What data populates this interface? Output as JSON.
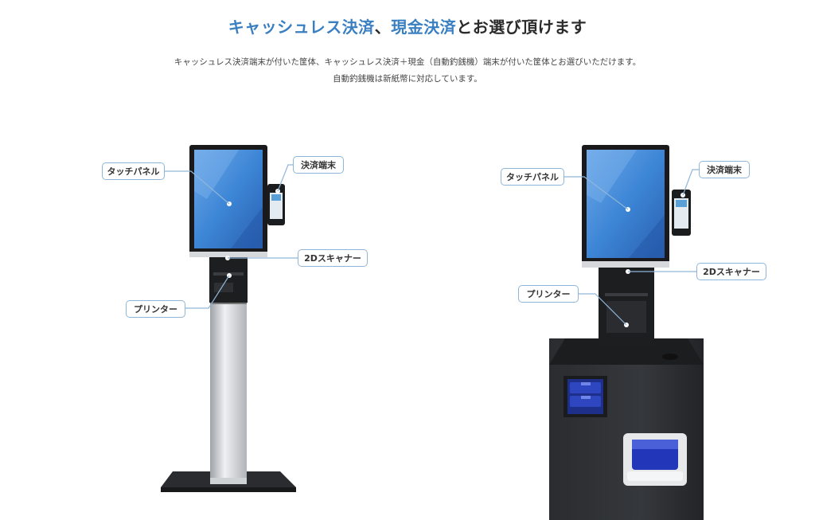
{
  "header": {
    "title_accent_1": "キャッシュレス決済",
    "title_separator": "、",
    "title_accent_2": "現金決済",
    "title_rest": "とお選び頂けます",
    "description_line_1": "キャッシュレス決済端末が付いた筐体、キャッシュレス決済＋現金（自動釣銭機）端末が付いた筐体とお選びいただけます。",
    "description_line_2": "自動釣銭機は新紙幣に対応しています。"
  },
  "kiosk_left": {
    "labels": {
      "touch_panel": "タッチパネル",
      "payment_terminal": "決済端末",
      "scanner": "2Dスキャナー",
      "printer": "プリンター"
    }
  },
  "kiosk_right": {
    "labels": {
      "touch_panel": "タッチパネル",
      "payment_terminal": "決済端末",
      "scanner": "2Dスキャナー",
      "printer": "プリンター"
    }
  },
  "colors": {
    "accent": "#3a7fc1",
    "label_border": "#8fb6da",
    "screen_blue": "#3d86d6",
    "cabinet": "#2b2d30"
  }
}
